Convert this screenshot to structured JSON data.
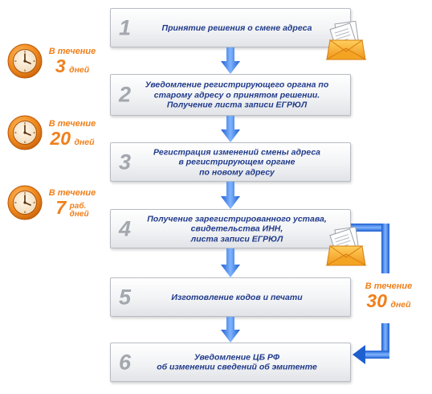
{
  "steps": [
    {
      "num": "1",
      "lines": [
        "Принятие решения о смене адреса"
      ]
    },
    {
      "num": "2",
      "lines": [
        "Уведомление регистрирующего органа по",
        "старому адресу о принятом решении.",
        "Получение листа записи ЕГРЮЛ"
      ]
    },
    {
      "num": "3",
      "lines": [
        "Регистрация изменений смены адреса",
        "в регистрирующем органе",
        "по новому адресу"
      ]
    },
    {
      "num": "4",
      "lines": [
        "Получение зарегистрированного устава,",
        "свидетельства ИНН,",
        "листа записи ЕГРЮЛ"
      ]
    },
    {
      "num": "5",
      "lines": [
        "Изготовление кодов и печати"
      ]
    },
    {
      "num": "6",
      "lines": [
        "Уведомление ЦБ РФ",
        "об изменении сведений об эмитенте"
      ]
    }
  ],
  "durations": [
    {
      "prefix": "В течение",
      "number": "3",
      "unit": "дней"
    },
    {
      "prefix": "В течение",
      "number": "20",
      "unit": "дней"
    },
    {
      "prefix": "В течение",
      "number": "7",
      "unit_line1": "раб.",
      "unit_line2": "дней"
    },
    {
      "prefix": "В течение",
      "number": "30",
      "unit": "дней"
    }
  ],
  "icons": {
    "clock": "clock-icon",
    "envelope": "envelope-with-documents-icon",
    "arrow": "down-arrow-icon"
  },
  "colors": {
    "step_text": "#1f3a8a",
    "step_number": "#a3a7ae",
    "duration": "#f07f1b",
    "arrow": "#3a7fe0",
    "clock_ring": "#f18a1e"
  }
}
